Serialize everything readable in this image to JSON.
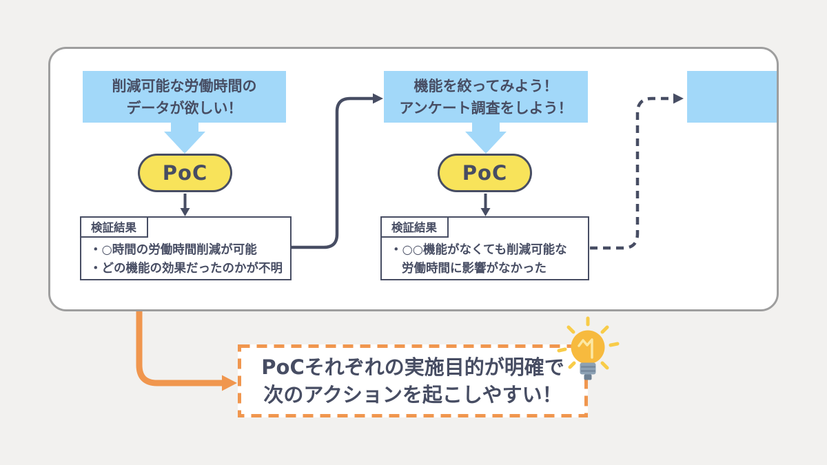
{
  "colors": {
    "background": "#f2f1ef",
    "panel_border": "#9e9e9e",
    "blue": "#a2d8f9",
    "yellow": "#f8e35a",
    "navy": "#474d63",
    "orange": "#f0964e",
    "bulb_yellow": "#f7ba3e",
    "bulb_base": "#8ca1b4"
  },
  "panel": {
    "steps": [
      {
        "idea_line1": "削減可能な労働時間の",
        "idea_line2": "データが欲しい！",
        "poc_label": "PoC",
        "result_title": "検証結果",
        "result_item1": "・○時間の労働時間削減が可能",
        "result_item2": "・どの機能の効果だったのかが不明"
      },
      {
        "idea_line1": "機能を絞ってみよう！",
        "idea_line2": "アンケート調査をしよう！",
        "poc_label": "PoC",
        "result_title": "検証結果",
        "result_item1": "・○○機能がなくても削減可能な",
        "result_item2": "労働時間に影響がなかった"
      }
    ],
    "next_idea_box": ""
  },
  "callout": {
    "line1": "PoCそれぞれの実施目的が明確で",
    "line2": "次のアクションを起こしやすい！"
  }
}
